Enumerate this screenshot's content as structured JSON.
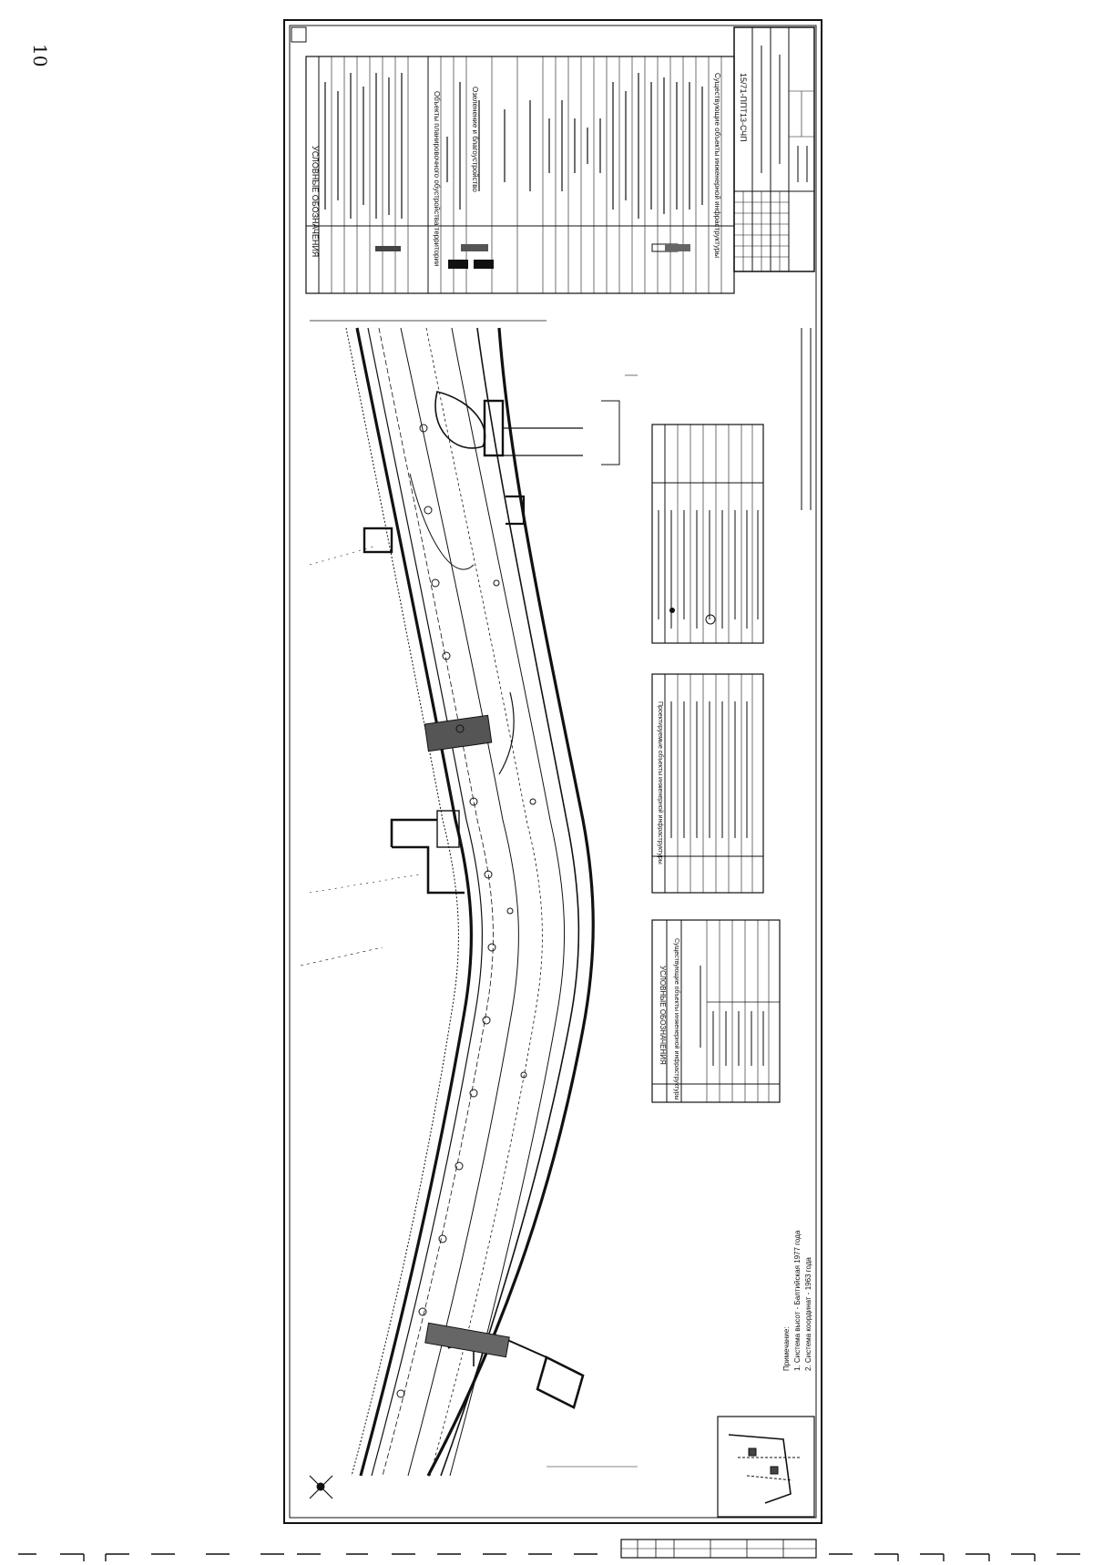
{
  "page_number": "10",
  "legend_top": {
    "title": "УСЛОВНЫЕ ОБОЗНАЧЕНИЯ",
    "section_planning": "Объекты планировочного обустройства территории",
    "section_landscaping": "Озеленение и благоустройство",
    "section_engineering": "Существующие объекты инженерной инфраструктуры"
  },
  "legend_bottom": {
    "title": "УСЛОВНЫЕ ОБОЗНАЧЕНИЯ",
    "subtitle": "Существующие объекты инженерной инфраструктуры"
  },
  "legend_middle": {
    "title": "Проектируемые объекты инженерной инфраструктуры"
  },
  "title_block": {
    "code": "15/71-ППТ13-СЧП"
  },
  "notes": {
    "heading": "Примечание:",
    "line1": "1. Система высот - Балтийская 1977 года",
    "line2": "2. Система координат - 1963 года"
  },
  "colors": {
    "line": "#111111",
    "road_fill": "#ffffff",
    "paper": "#ffffff"
  }
}
